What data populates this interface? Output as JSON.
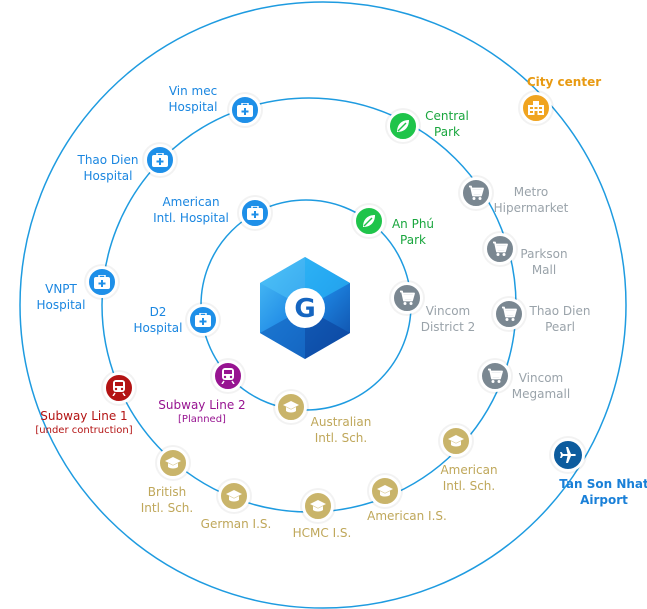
{
  "brand": {
    "logo_letter": "G"
  },
  "colors": {
    "ring": "#1e9be0",
    "hospital": "#1e8fe8",
    "park": "#1fc44a",
    "shop": "#7a8791",
    "school": "#c9b46a",
    "subway_line_1": "#b31313",
    "subway_line_2": "#971491",
    "city": "#f0a420",
    "airport": "#0d5c9e"
  },
  "places": {
    "vinmec_hospital": {
      "line1": "Vin mec",
      "line2": "Hospital",
      "icon": "hospital-icon"
    },
    "thao_dien_hospital": {
      "line1": "Thao Dien",
      "line2": "Hospital",
      "icon": "hospital-icon"
    },
    "american_intl_hospital": {
      "line1": "American",
      "line2": "Intl. Hospital",
      "icon": "hospital-icon"
    },
    "vnpt_hospital": {
      "line1": "VNPT",
      "line2": "Hospital",
      "icon": "hospital-icon"
    },
    "d2_hospital": {
      "line1": "D2",
      "line2": "Hospital",
      "icon": "hospital-icon"
    },
    "central_park": {
      "line1": "Central",
      "line2": "Park",
      "icon": "leaf-icon"
    },
    "an_phu_park": {
      "line1": "An Phú",
      "line2": "Park",
      "icon": "leaf-icon"
    },
    "metro_hipermarket": {
      "line1": "Metro",
      "line2": "Hipermarket",
      "icon": "shopping-cart-icon"
    },
    "parkson_mall": {
      "line1": "Parkson",
      "line2": "Mall",
      "icon": "shopping-cart-icon"
    },
    "vincom_district_2": {
      "line1": "Vincom",
      "line2": "District 2",
      "icon": "shopping-cart-icon"
    },
    "thao_dien_pearl": {
      "line1": "Thao Dien",
      "line2": "Pearl",
      "icon": "shopping-cart-icon"
    },
    "vincom_megamall": {
      "line1": "Vincom",
      "line2": "Megamall",
      "icon": "shopping-cart-icon"
    },
    "subway_line_1": {
      "line1": "Subway Line 1",
      "line2": "[under contruction]",
      "icon": "subway-icon"
    },
    "subway_line_2": {
      "line1": "Subway Line 2",
      "line2": "[Planned]",
      "icon": "subway-icon"
    },
    "australian_intl_sch": {
      "line1": "Australian",
      "line2": "Intl. Sch.",
      "icon": "graduation-cap-icon"
    },
    "british_intl_sch": {
      "line1": "British",
      "line2": "Intl. Sch.",
      "icon": "graduation-cap-icon"
    },
    "german_is": {
      "line1": "German I.S.",
      "icon": "graduation-cap-icon"
    },
    "hcmc_is": {
      "line1": "HCMC I.S.",
      "icon": "graduation-cap-icon"
    },
    "american_is": {
      "line1": "American I.S.",
      "icon": "graduation-cap-icon"
    },
    "american_intl_sch": {
      "line1": "American",
      "line2": "Intl. Sch.",
      "icon": "graduation-cap-icon"
    },
    "city_center": {
      "line1": "City center",
      "icon": "city-building-icon"
    },
    "tan_son_nhat_airport": {
      "line1": "Tan Son Nhat",
      "line2": "Airport",
      "icon": "airplane-icon"
    }
  }
}
